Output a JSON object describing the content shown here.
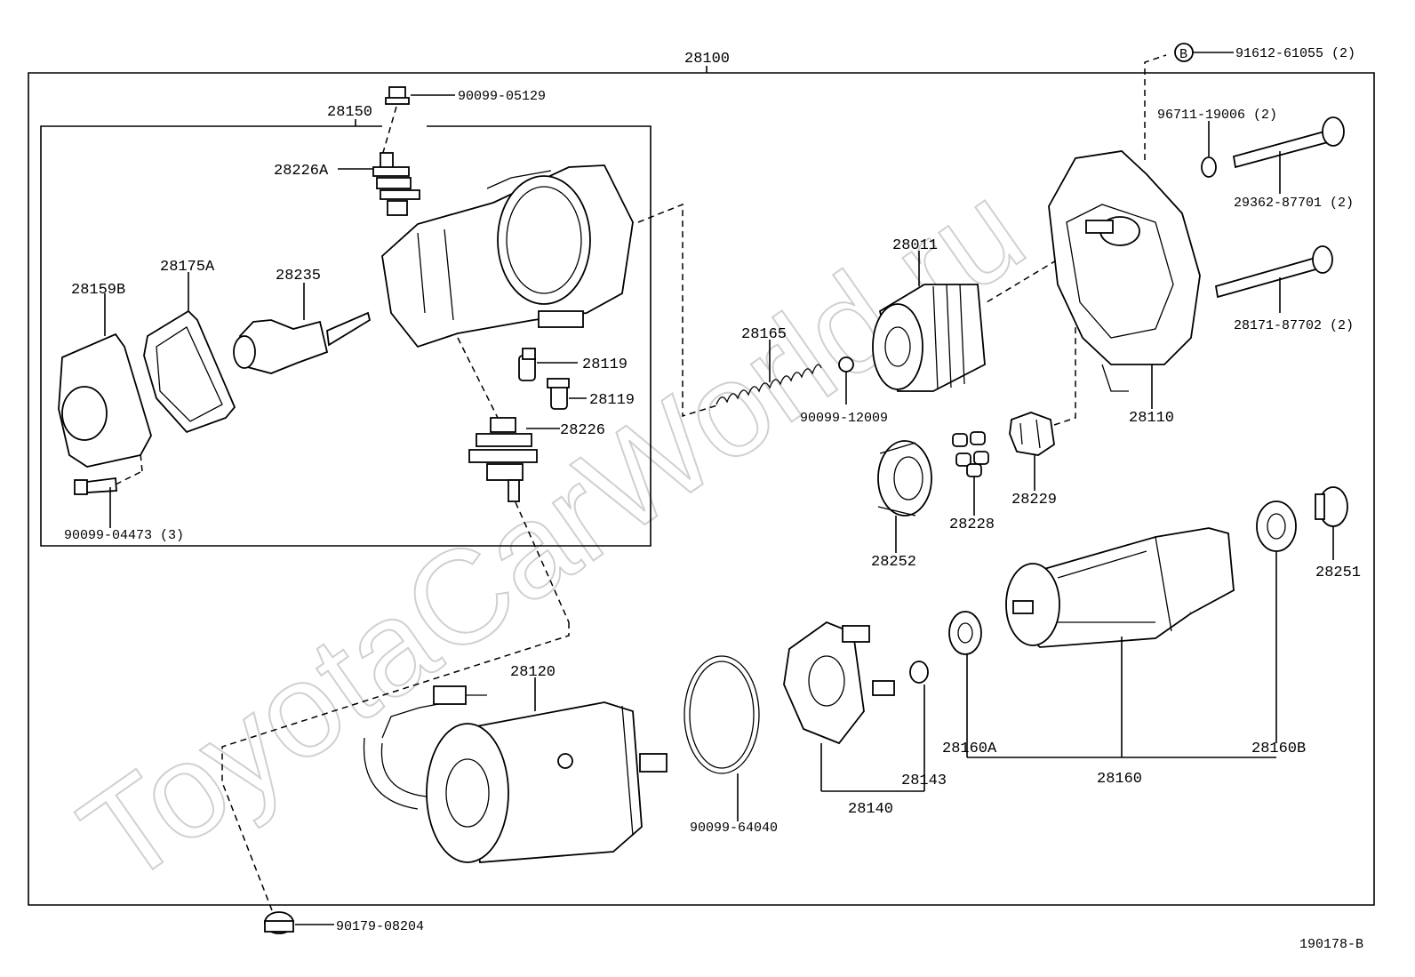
{
  "watermark": "ToyotaCarWorld.ru",
  "diagram_id": "190178-B",
  "labels": {
    "l28100": "28100",
    "l28150": "28150",
    "l90099_05129": "90099-05129",
    "l28226A": "28226A",
    "l28159B": "28159B",
    "l28175A": "28175A",
    "l28235": "28235",
    "l28119a": "28119",
    "l28119b": "28119",
    "l28226": "28226",
    "l90099_04473": "90099-04473 (3)",
    "l28165": "28165",
    "l90099_12009": "90099-12009",
    "l28011": "28011",
    "l28252": "28252",
    "l28228": "28228",
    "l28229": "28229",
    "l28110": "28110",
    "lB": "B",
    "l91612_61055": "91612-61055 (2)",
    "l96711_19006": "96711-19006 (2)",
    "l29362_87701": "29362-87701 (2)",
    "l28171_87702": "28171-87702 (2)",
    "l28251": "28251",
    "l28120": "28120",
    "l90099_64040": "90099-64040",
    "l28140": "28140",
    "l28143": "28143",
    "l28160A": "28160A",
    "l28160": "28160",
    "l28160B": "28160B",
    "l90179_08204": "90179-08204"
  }
}
